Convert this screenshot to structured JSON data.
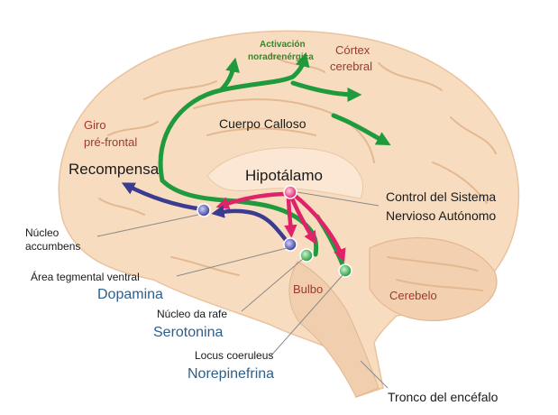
{
  "labels": {
    "activacion_line1": "Activación",
    "activacion_line2": "noradrenérgica",
    "cortex_line1": "Córtex",
    "cortex_line2": "cerebral",
    "giro_line1": "Giro",
    "giro_line2": "pré-frontal",
    "cuerpo_calloso": "Cuerpo Calloso",
    "recompensa": "Recompensa",
    "hipotalamo": "Hipotálamo",
    "control_line1": "Control del Sistema",
    "control_line2": "Nervioso Autónomo",
    "nucleo_accumbens_line1": "Núcleo",
    "nucleo_accumbens_line2": "accumbens",
    "area_tegmental": "Área tegmental ventral",
    "dopamina": "Dopamina",
    "bulbo": "Bulbo",
    "cerebelo": "Cerebelo",
    "nucleo_rafe": "Núcleo da rafe",
    "serotonina": "Serotonina",
    "locus_coeruleus": "Locus coeruleus",
    "norepinefrina": "Norepinefrina",
    "tronco": "Tronco del encéfalo"
  },
  "colors": {
    "brain": "#f8dcc0",
    "brain_shade": "#eec7a3",
    "green": "#1f9a3c",
    "pink": "#e0226a",
    "purple": "#3b3b8f",
    "label_red": "#9b3a2a",
    "label_blue": "#2e5f8a"
  }
}
